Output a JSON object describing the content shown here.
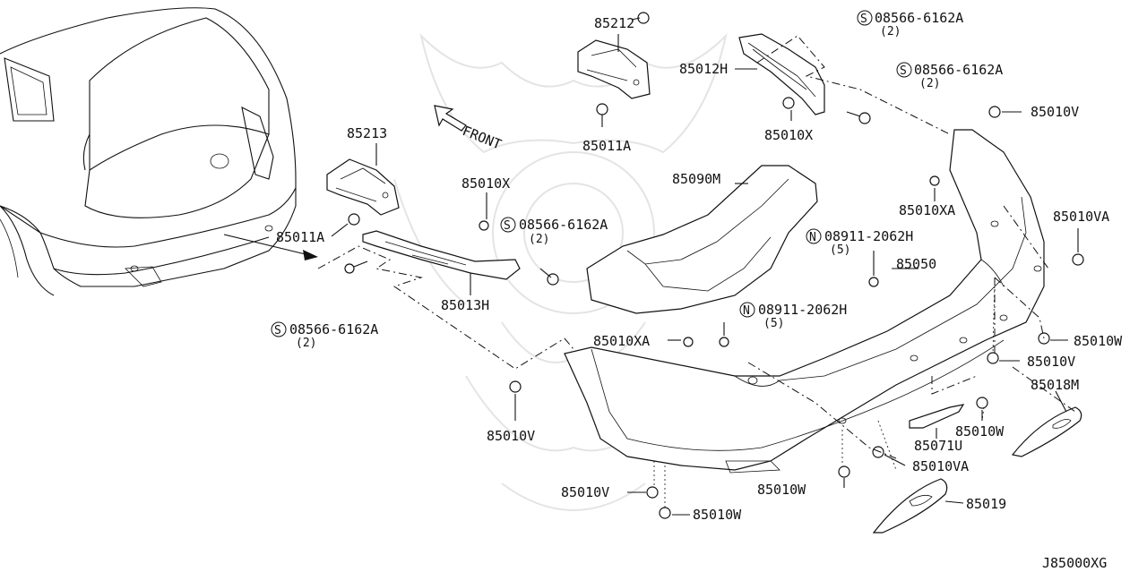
{
  "diagram_code": "J85000XG",
  "front_label": "FRONT",
  "callouts": [
    {
      "id": "c85212",
      "text": "85212",
      "qty": ""
    },
    {
      "id": "c08566a",
      "text": "08566-6162A",
      "qty": "(2)",
      "prefix": "S"
    },
    {
      "id": "c85012h",
      "text": "85012H",
      "qty": ""
    },
    {
      "id": "c08566b",
      "text": "08566-6162A",
      "qty": "(2)",
      "prefix": "S"
    },
    {
      "id": "c85010x_top",
      "text": "85010X",
      "qty": ""
    },
    {
      "id": "c85011a_top",
      "text": "85011A",
      "qty": ""
    },
    {
      "id": "c85010v_tr",
      "text": "85010V",
      "qty": ""
    },
    {
      "id": "c85213",
      "text": "85213",
      "qty": ""
    },
    {
      "id": "c85090m",
      "text": "85090M",
      "qty": ""
    },
    {
      "id": "c85010x_mid",
      "text": "85010X",
      "qty": ""
    },
    {
      "id": "c08566c",
      "text": "08566-6162A",
      "qty": "(2)",
      "prefix": "S"
    },
    {
      "id": "c85010xa_r",
      "text": "85010XA",
      "qty": ""
    },
    {
      "id": "c85010va_r",
      "text": "85010VA",
      "qty": ""
    },
    {
      "id": "c08911a",
      "text": "08911-2062H",
      "qty": "(5)",
      "prefix": "N"
    },
    {
      "id": "c85011a_l",
      "text": "85011A",
      "qty": ""
    },
    {
      "id": "c85050",
      "text": "85050",
      "qty": ""
    },
    {
      "id": "c85013h",
      "text": "85013H",
      "qty": ""
    },
    {
      "id": "c08911b",
      "text": "08911-2062H",
      "qty": "(5)",
      "prefix": "N"
    },
    {
      "id": "c08566d",
      "text": "08566-6162A",
      "qty": "(2)",
      "prefix": "S"
    },
    {
      "id": "c85010xa_m",
      "text": "85010XA",
      "qty": ""
    },
    {
      "id": "c85010w_r1",
      "text": "85010W",
      "qty": ""
    },
    {
      "id": "c85010v_r2",
      "text": "85010V",
      "qty": ""
    },
    {
      "id": "c85018m",
      "text": "85018M",
      "qty": ""
    },
    {
      "id": "c85010v_l",
      "text": "85010V",
      "qty": ""
    },
    {
      "id": "c85010w_r3",
      "text": "85010W",
      "qty": ""
    },
    {
      "id": "c85071u",
      "text": "85071U",
      "qty": ""
    },
    {
      "id": "c85010va_b",
      "text": "85010VA",
      "qty": ""
    },
    {
      "id": "c85010w_b",
      "text": "85010W",
      "qty": ""
    },
    {
      "id": "c85010v_b",
      "text": "85010V",
      "qty": ""
    },
    {
      "id": "c85019",
      "text": "85019",
      "qty": ""
    },
    {
      "id": "c85010w_bb",
      "text": "85010W",
      "qty": ""
    }
  ]
}
